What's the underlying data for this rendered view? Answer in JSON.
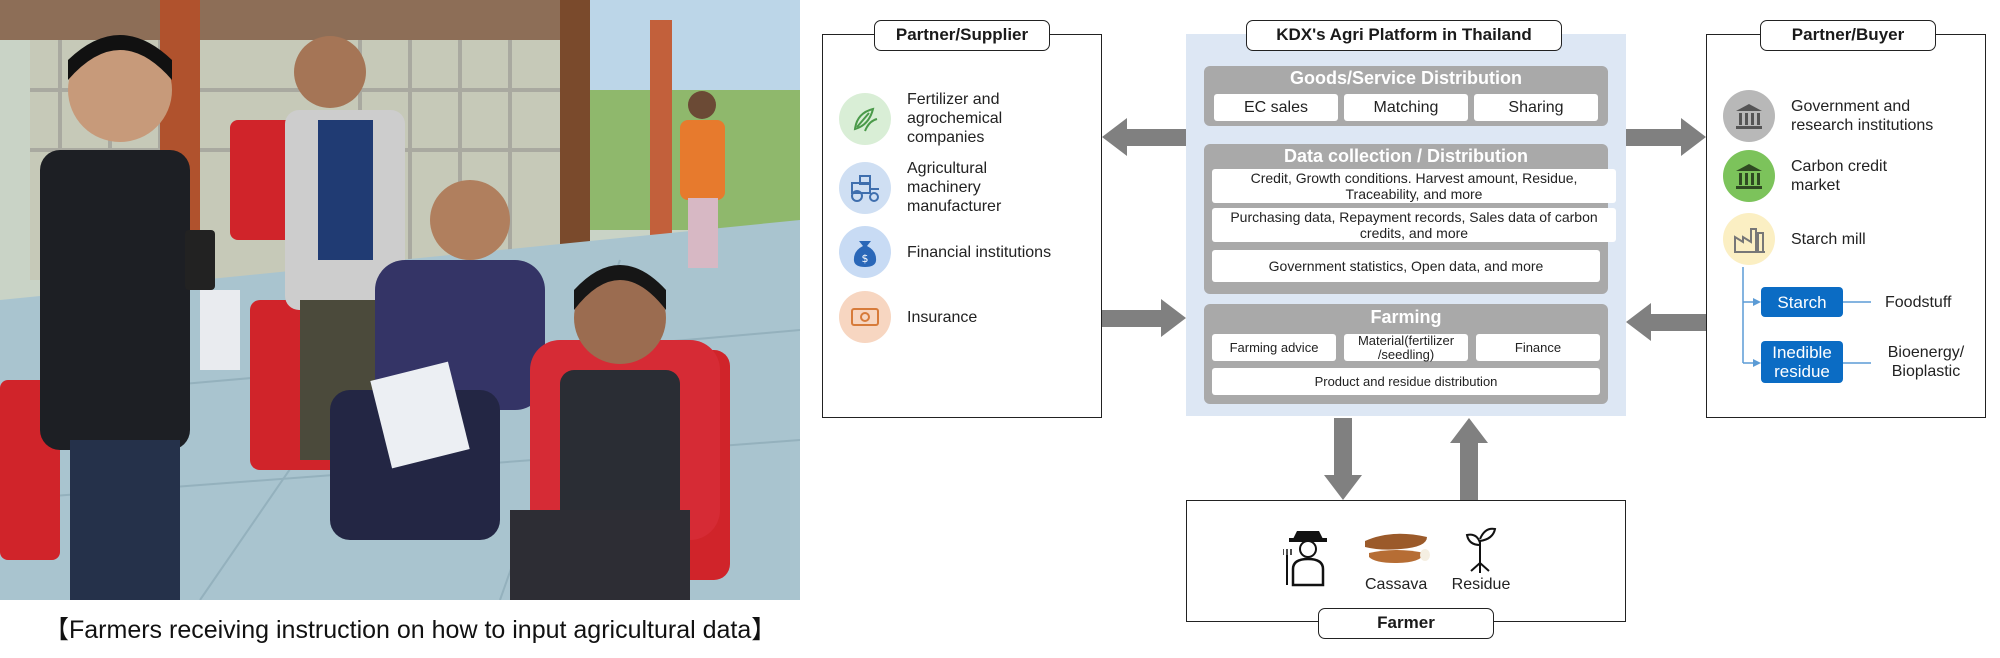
{
  "caption": "【Farmers receiving instruction on how to input agricultural data】",
  "supplier": {
    "title": "Partner/Supplier",
    "items": [
      {
        "label": "Fertilizer and agrochemical companies",
        "icon": "fertilizer-icon",
        "color": "#d9eed6"
      },
      {
        "label": "Agricultural machinery manufacturer",
        "icon": "tractor-icon",
        "color": "#cfdff3"
      },
      {
        "label": "Financial institutions",
        "icon": "money-bag-icon",
        "color": "#c8dbf4"
      },
      {
        "label": "Insurance",
        "icon": "banknote-icon",
        "color": "#f7d6c1"
      }
    ]
  },
  "platform": {
    "title": "KDX's Agri Platform in Thailand",
    "distribution": {
      "title": "Goods/Service Distribution",
      "items": [
        "EC sales",
        "Matching",
        "Sharing"
      ]
    },
    "data": {
      "title": "Data collection / Distribution",
      "items": [
        "Credit, Growth conditions. Harvest amount, Residue, Traceability, and more",
        "Purchasing data, Repayment records, Sales data of carbon credits, and more",
        "Government statistics, Open data, and more"
      ]
    },
    "farming": {
      "title": "Farming",
      "items": [
        "Farming advice",
        "Material(fertilizer /seedling)",
        "Finance",
        "Product and residue distribution"
      ]
    }
  },
  "buyer": {
    "title": "Partner/Buyer",
    "items": [
      {
        "label": "Government and research institutions",
        "icon": "government-building-icon",
        "color": "#b8b8b8"
      },
      {
        "label": "Carbon credit market",
        "icon": "bank-icon",
        "color": "#7cc35b"
      },
      {
        "label": "Starch mill",
        "icon": "factory-icon",
        "color": "#fbefc3"
      }
    ],
    "outputs": [
      {
        "product": "Starch",
        "use": "Foodstuff"
      },
      {
        "product": "Inedible residue",
        "use": "Bioenergy/ Bioplastic"
      }
    ]
  },
  "farmer": {
    "title": "Farmer",
    "items": [
      {
        "label": "",
        "icon": "farmer-icon"
      },
      {
        "label": "Cassava",
        "icon": "cassava-icon"
      },
      {
        "label": "Residue",
        "icon": "seedling-icon"
      }
    ]
  },
  "colors": {
    "accent_blue": "#0b6cc4",
    "section_gray": "#a9a9a9",
    "platform_bg": "#dde7f4",
    "arrow_gray": "#808080"
  }
}
